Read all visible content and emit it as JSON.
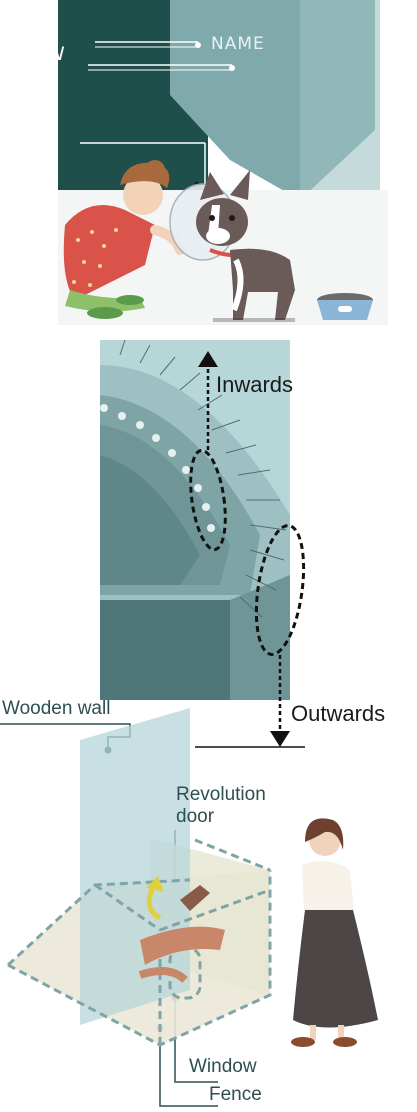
{
  "panel1": {
    "tag_letter": "W",
    "tag_text": "NAME"
  },
  "panel2": {
    "inwards_label": "Inwards",
    "outwards_label": "Outwards"
  },
  "panel3": {
    "wooden_wall_label": "Wooden wall",
    "revolution_door_label_1": "Revolution",
    "revolution_door_label_2": "door",
    "window_label": "Window",
    "fence_label": "Fence"
  },
  "colors": {
    "dark_teal": "#1f4f4a",
    "mid_teal": "#7fa9aa",
    "light_teal": "#b7d6d8",
    "pale_teal": "#d6e8ea",
    "label_teal": "#2d4f4f"
  }
}
